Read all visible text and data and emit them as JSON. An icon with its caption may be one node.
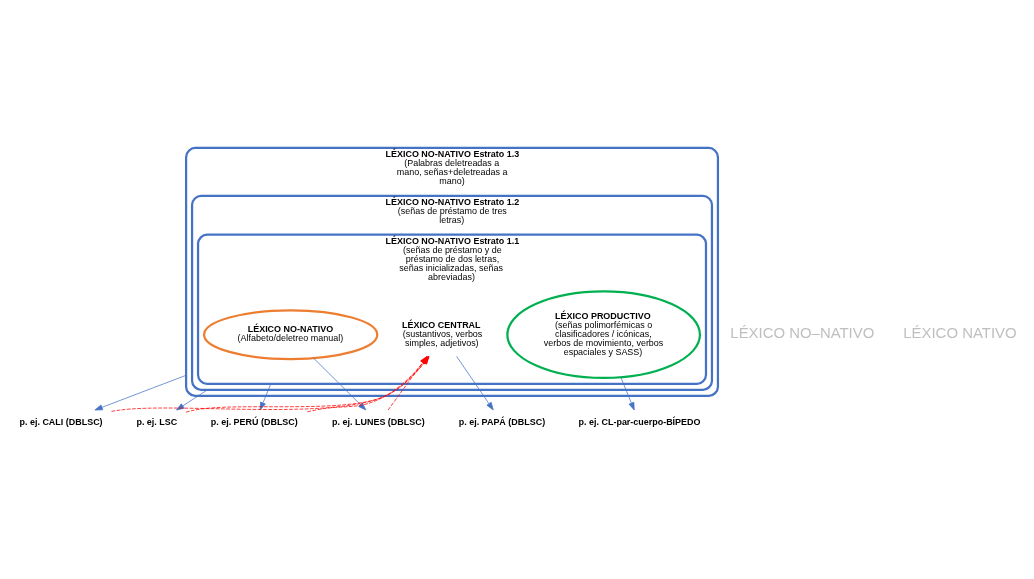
{
  "diagram": {
    "nodes": [
      {
        "text": [
          "LÉXICO NO-NATIVO Estrato 1.3",
          "(Palabras deletreadas a mano, señas+deletreadas a mano)"
        ]
      },
      {
        "text": [
          "LÉXICO NO-NATIVO Estrato 1.2",
          "(señas de préstamo de tres letras)"
        ],
        "in": 0
      },
      {
        "text": [
          "LÉXICO NO-NATIVO Estrato 1.1",
          "(señas de préstamo y de préstamo de dos letras, señas inicializadas, señas abreviadas)"
        ],
        "in": 1
      },
      {
        "text": [
          "LÉXICO NO-NATIVO",
          "(Alfabeto/deletreo manual)"
        ],
        "in": 2
      },
      {
        "text": [
          "LÉXICO CENTRAL",
          "(sustantivos, verbos simples, adjetivos)"
        ],
        "in": 2
      },
      {
        "text": [
          "LÉXICO PRODUCTIVO",
          "(señas polimorfémicas o clasificadores / icónicas, verbos de movimiento, verbos espaciales y SASS)"
        ],
        "in": 2
      },
      {
        "text": [
          "p. ej. CALI (DBLSC)"
        ]
      },
      {
        "text": [
          "p. ej. LSC"
        ]
      },
      {
        "text": [
          "p. ej. PERÚ (DBLSC)"
        ]
      },
      {
        "text": [
          "p. ej. LUNES (DBLSC)"
        ]
      },
      {
        "text": [
          "p. ej. PAPÁ (DBLSC)"
        ]
      },
      {
        "text": [
          "p. ej. CL-par-cuerpo-BÍPEDO"
        ]
      }
    ],
    "edges": [
      {
        "from": 0,
        "to": 6,
        "arrow": "to"
      },
      {
        "from": 1,
        "to": 7,
        "arrow": "to"
      },
      {
        "from": 2,
        "to": 8,
        "arrow": "to"
      },
      {
        "from": 3,
        "to": 9,
        "arrow": "to"
      },
      {
        "from": 4,
        "to": 10,
        "arrow": "to"
      },
      {
        "from": 5,
        "to": 11,
        "arrow": "to"
      },
      {
        "from": 6,
        "to": 4,
        "arrow": "to",
        "style": "dashed",
        "color": "#ff0000"
      },
      {
        "from": 7,
        "to": 4,
        "arrow": "to",
        "style": "dashed",
        "color": "#ff0000"
      },
      {
        "from": 8,
        "to": 4,
        "arrow": "to",
        "style": "dashed",
        "color": "#ff0000"
      },
      {
        "from": 9,
        "to": 4,
        "arrow": "to",
        "style": "dashed",
        "color": "#ff0000"
      }
    ],
    "labels": [
      "LÉXICO NO–NATIVO",
      "LÉXICO NATIVO"
    ]
  }
}
